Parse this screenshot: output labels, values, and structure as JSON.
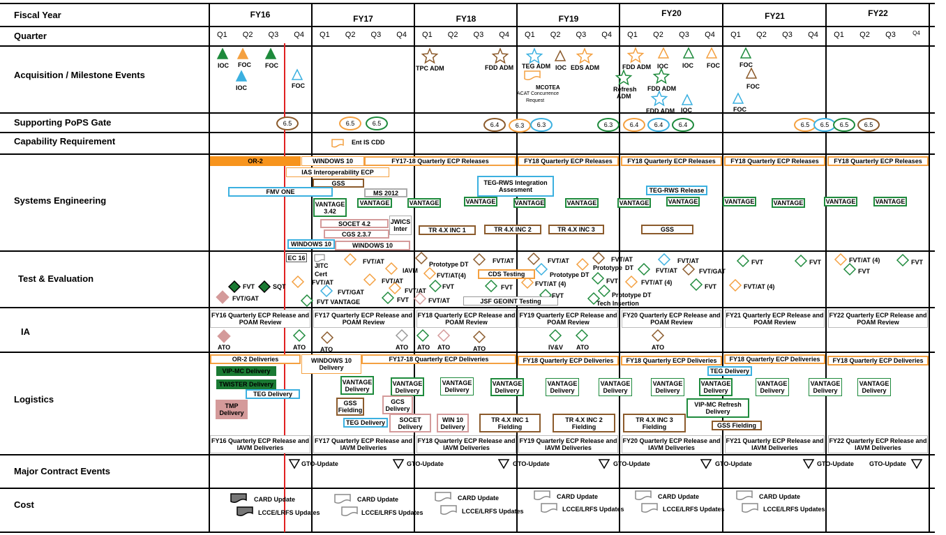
{
  "rows": {
    "fiscal_year": "Fiscal Year",
    "quarter": "Quarter",
    "acquisition": "Acquisition / Milestone Events",
    "pops": "Supporting PoPS Gate",
    "capability": "Capability Requirement",
    "systems": "Systems Engineering",
    "test": "Test & Evaluation",
    "ia": "IA",
    "logistics": "Logistics",
    "contract": "Major Contract Events",
    "cost": "Cost"
  },
  "years": [
    "FY16",
    "FY17",
    "FY18",
    "FY19",
    "FY20",
    "FY21",
    "FY22"
  ],
  "quarters": [
    "Q1",
    "Q2",
    "Q3",
    "Q4"
  ],
  "colors": {
    "green": "#1e8a3c",
    "orange": "#f4a040",
    "blue": "#3bb0e0",
    "brown": "#8b5a2b",
    "pink": "#d49a9a",
    "gray": "#999999",
    "darkgreen": "#1a7a33",
    "red": "#e02020",
    "orangefill": "#f7941d"
  },
  "acq": {
    "ioc": "IOC",
    "foc": "FOC",
    "tpc_adm": "TPC ADM",
    "fdd_adm": "FDD ADM",
    "teg_adm": "TEG ADM",
    "eds_adm": "EDS ADM",
    "mcotea": "MCOTEA",
    "acat": "ACAT Concurrence",
    "request": "Request",
    "refresh": "Refresh",
    "adm": "ADM"
  },
  "pops": {
    "g65": "6.5",
    "g64": "6.4",
    "g63": "6.3"
  },
  "capability": {
    "ent": "Ent IS CDD"
  },
  "se": {
    "or2": "OR-2",
    "win10": "WINDOWS 10",
    "fy1718": "FY17-18 Quarterly ECP Releases",
    "fy18": "FY18 Quarterly ECP Releases",
    "ias": "IAS Interoperability   ECP",
    "gss": "GSS",
    "fmv": "FMV ONE",
    "ms2012": "MS 2012",
    "teg_rws_int": "TEG-RWS Integration Assesment",
    "teg_rws_rel": "TEG-RWS Release",
    "vantage": "VANTAGE",
    "vantage342": "VANTAGE 3.42",
    "socet": "SOCET 4.2",
    "jwics": "JWICS Inter",
    "cgs": "CGS 2.3.7",
    "tr1": "TR 4.X INC 1",
    "tr2": "TR 4.X INC 2",
    "tr3": "TR 4.X INC 3",
    "win10b": "WINDOWS 10"
  },
  "te": {
    "ec16": "EC 16",
    "jitc": "JITC",
    "cert": "Cert",
    "fvtat": "FVT/AT",
    "fvt": "FVT",
    "sqt": "SQT",
    "fvtgat": "FVT/GAT",
    "fvtvantage": "FVT VANTAGE",
    "iavm": "IAVM",
    "prototype_dt": "Prototype  DT",
    "fvtat4": "FVT/AT(4)",
    "fvtat4b": "FVT/AT (4)",
    "cds": "CDS Testing",
    "prototype": "Prototype",
    "dt": "DT",
    "jsf": "JSF GEOINT Testing",
    "tech": "Tech Insertion",
    "fvtat4c": "FVT/AT (4)"
  },
  "ia": {
    "fy16": "FY16 Quarterly ECP Release and POAM Review",
    "fy17": "FY17 Quarterly ECP Release and POAM Review",
    "fy18": "FY18 Quarterly ECP Release and POAM Review",
    "fy19": "FY19 Quarterly ECP Release and POAM Review",
    "fy20": "FY20 Quarterly ECP Release and POAM Review",
    "fy21": "FY21 Quarterly ECP Release and POAM Review",
    "fy22": "FY22 Quarterly ECP Release and POAM Review",
    "ato": "ATO",
    "ivv": "IV&V"
  },
  "log": {
    "or2": "OR-2 Deliveries",
    "win10": "WINDOWS 10 Delivery",
    "fy1718": "FY17-18 Quarterly ECP Deliveries",
    "fy18": "FY18 Quarterly ECP Deliveries",
    "vipmc": "VIP-MC  Delivery",
    "twister": "TWISTER Delivery",
    "teg": "TEG Delivery",
    "tmp": "TMP Delivery",
    "vantage": "VANTAGE Delivery",
    "gss": "GSS Fielding",
    "gcs": "GCS Delivery",
    "socet": "SOCET Delivery",
    "win10d": "WIN 10 Delivery",
    "tr1": "TR 4.X INC 1 Fielding",
    "tr2": "TR 4.X INC 2 Fielding",
    "tr3": "TR 4.X INC 3 Fielding",
    "viprefresh": "VIP-MC Refresh Delivery",
    "gssf": "GSS Fielding",
    "fy16": "FY16 Quarterly ECP Release and IAVM Deliveries",
    "fy17": "FY17 Quarterly ECP Release and IAVM Deliveries",
    "fy18b": "FY18 Quarterly ECP Release and IAVM Deliveries",
    "fy19": "FY19 Quarterly ECP Release and IAVM Deliveries",
    "fy20": "FY20 Quarterly ECP Release and IAVM Deliveries",
    "fy21": "FY21 Quarterly ECP Release and IAVM Deliveries",
    "fy22": "FY22 Quarterly ECP Release and IAVM Deliveries"
  },
  "contract": {
    "gto": "GTO-Update"
  },
  "cost": {
    "card": "CARD Update",
    "lcce": "LCCE/LRFS Updates"
  }
}
